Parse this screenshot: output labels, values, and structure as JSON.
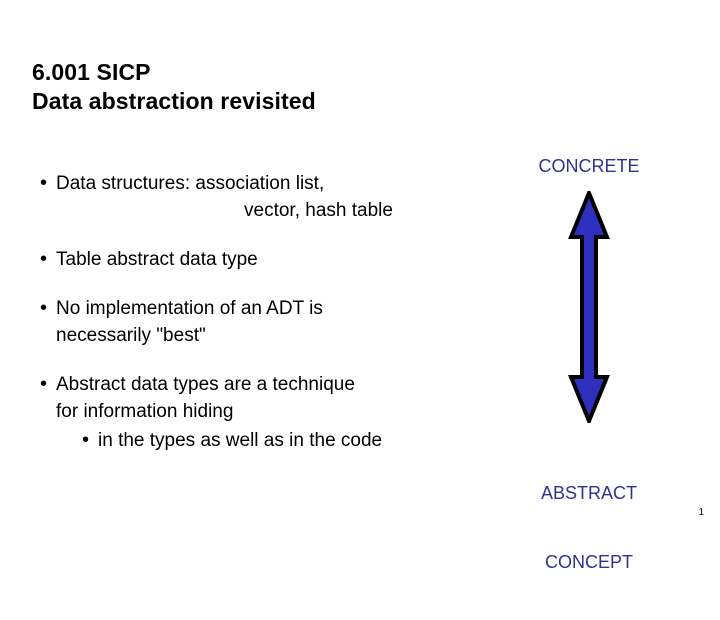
{
  "slide": {
    "title": {
      "line1": "6.001 SICP",
      "line2": "Data abstraction revisited"
    },
    "bullets": [
      {
        "marker": "•",
        "text": "Data structures: association list,",
        "continuation": "vector, hash table"
      },
      {
        "marker": "•",
        "text": "Table abstract data type"
      },
      {
        "marker": "•",
        "text": "No implementation of an ADT is",
        "wrap": "necessarily \"best\""
      },
      {
        "marker": "•",
        "text": "Abstract data types are a technique",
        "wrap": "for information hiding",
        "sub": {
          "marker": "•",
          "text": "in the types as well as in the code"
        }
      }
    ],
    "diagram": {
      "top_label": "CONCRETE",
      "bottom_label_line1": "ABSTRACT",
      "bottom_label_line2": "CONCEPT",
      "arrow_icon": "double-headed-vertical-arrow",
      "arrow_fill_color": "#2f2fbe",
      "arrow_outline_color": "#000000",
      "label_color": "#32328c"
    },
    "page_number": "1"
  }
}
